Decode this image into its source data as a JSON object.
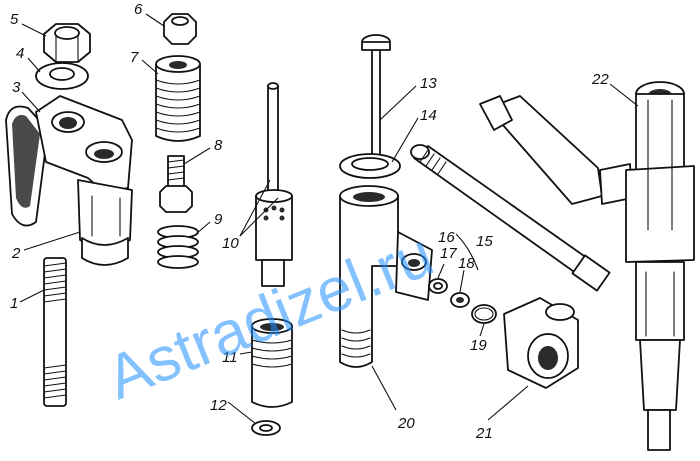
{
  "watermark": {
    "text": "Astradizel.ru",
    "color": "#1e90ff"
  },
  "callouts": [
    "1",
    "2",
    "3",
    "4",
    "5",
    "6",
    "7",
    "8",
    "9",
    "10",
    "11",
    "12",
    "13",
    "14",
    "15",
    "16",
    "17",
    "18",
    "19",
    "20",
    "21",
    "22"
  ]
}
